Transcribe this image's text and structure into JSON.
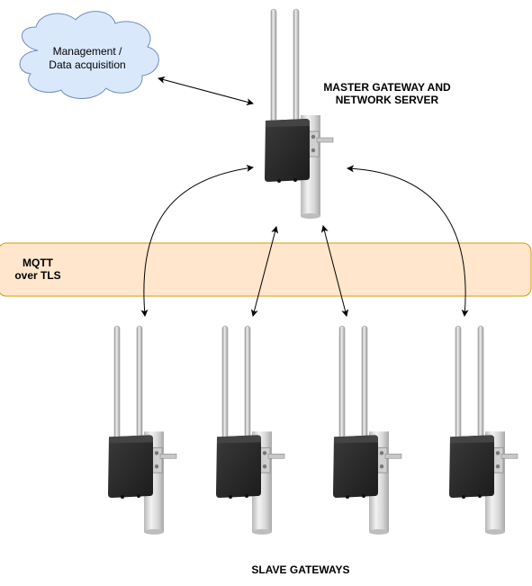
{
  "cloud": {
    "line1": "Management /",
    "line2": "Data acquisition"
  },
  "master": {
    "line1": "MASTER GATEWAY AND",
    "line2": "NETWORK SERVER"
  },
  "band": {
    "line1": "MQTT",
    "line2": "over TLS"
  },
  "slaves": {
    "label": "SLAVE GATEWAYS"
  },
  "colors": {
    "cloud_fill": "#dae8fc",
    "cloud_stroke": "#6c8ebf",
    "band_fill": "#ffe6cc",
    "band_stroke": "#d79b00",
    "arrow": "#000000",
    "gateway_body": "#2a2a2a",
    "pole": "#d9d9d9"
  },
  "icons": {
    "gateway": "outdoor-gateway-icon",
    "cloud": "cloud-icon"
  }
}
